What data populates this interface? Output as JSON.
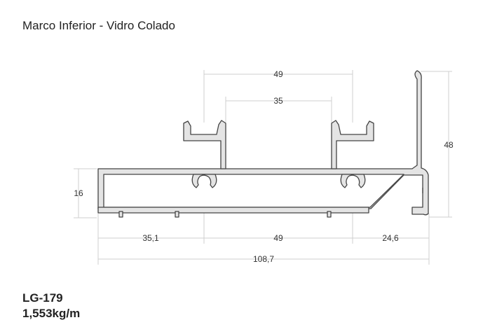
{
  "title": "Marco Inferior - Vidro Colado",
  "product": {
    "code": "LG-179",
    "weight": "1,553kg/m"
  },
  "dimensions": {
    "top_outer": "49",
    "top_inner": "35",
    "height_total": "48",
    "height_base": "16",
    "bottom_left": "35,1",
    "bottom_middle": "49",
    "bottom_right": "24,6",
    "total_width": "108,7"
  }
}
